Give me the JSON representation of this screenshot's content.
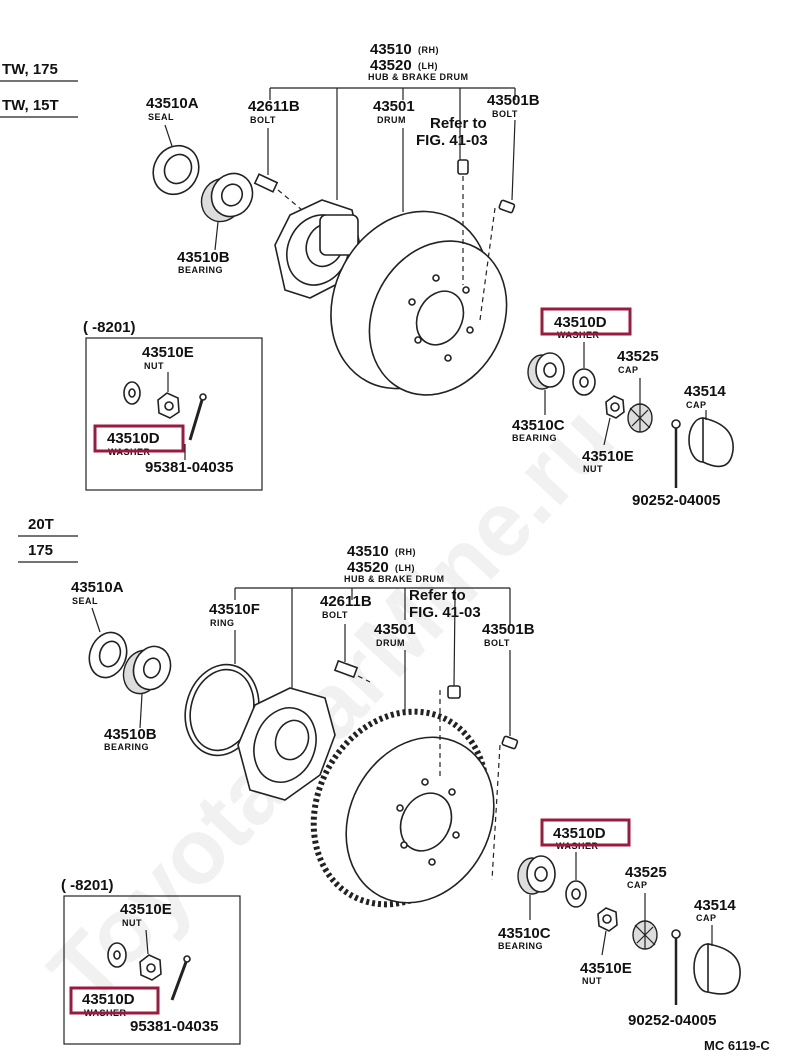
{
  "top": {
    "model_lines": [
      "TW, 175",
      "TW, 15T"
    ],
    "hub_assy": {
      "pn_rh": "43510",
      "rh": "(RH)",
      "pn_lh": "43520",
      "lh": "(LH)",
      "name": "HUB & BRAKE DRUM"
    },
    "seal": {
      "pn": "43510A",
      "name": "SEAL"
    },
    "bolt1": {
      "pn": "42611B",
      "name": "BOLT"
    },
    "drum": {
      "pn": "43501",
      "name": "DRUM"
    },
    "bolt2": {
      "pn": "43501B",
      "name": "BOLT"
    },
    "refer": [
      "Refer to",
      "FIG. 41-03"
    ],
    "bearing_b": {
      "pn": "43510B",
      "name": "BEARING"
    },
    "washer": {
      "pn": "43510D",
      "name": "WASHER"
    },
    "bearing_c": {
      "pn": "43510C",
      "name": "BEARING"
    },
    "cap_small": {
      "pn": "43525",
      "name": "CAP"
    },
    "cap_large": {
      "pn": "43514",
      "name": "CAP"
    },
    "nut": {
      "pn": "43510E",
      "name": "NUT"
    },
    "pin": {
      "pn": "90252-04005"
    },
    "inset": {
      "range": "(        -8201)",
      "nut": {
        "pn": "43510E",
        "name": "NUT"
      },
      "washer": {
        "pn": "43510D",
        "name": "WASHER"
      },
      "pin": {
        "pn": "95381-04035"
      }
    }
  },
  "bottom": {
    "model_lines": [
      "20T",
      "175"
    ],
    "hub_assy": {
      "pn_rh": "43510",
      "rh": "(RH)",
      "pn_lh": "43520",
      "lh": "(LH)",
      "name": "HUB & BRAKE DRUM"
    },
    "seal": {
      "pn": "43510A",
      "name": "SEAL"
    },
    "ring": {
      "pn": "43510F",
      "name": "RING"
    },
    "bolt1": {
      "pn": "42611B",
      "name": "BOLT"
    },
    "drum": {
      "pn": "43501",
      "name": "DRUM"
    },
    "bolt2": {
      "pn": "43501B",
      "name": "BOLT"
    },
    "refer": [
      "Refer to",
      "FIG. 41-03"
    ],
    "bearing_b": {
      "pn": "43510B",
      "name": "BEARING"
    },
    "washer": {
      "pn": "43510D",
      "name": "WASHER"
    },
    "bearing_c": {
      "pn": "43510C",
      "name": "BEARING"
    },
    "cap_small": {
      "pn": "43525",
      "name": "CAP"
    },
    "cap_large": {
      "pn": "43514",
      "name": "CAP"
    },
    "nut": {
      "pn": "43510E",
      "name": "NUT"
    },
    "pin": {
      "pn": "90252-04005"
    },
    "inset": {
      "range": "(        -8201)",
      "nut": {
        "pn": "43510E",
        "name": "NUT"
      },
      "washer": {
        "pn": "43510D",
        "name": "WASHER"
      },
      "pin": {
        "pn": "95381-04035"
      }
    }
  },
  "figure_code": "MC 6119-C",
  "watermark": "ToyotaCarMine.ru",
  "highlight_color": "#9b1b3e"
}
